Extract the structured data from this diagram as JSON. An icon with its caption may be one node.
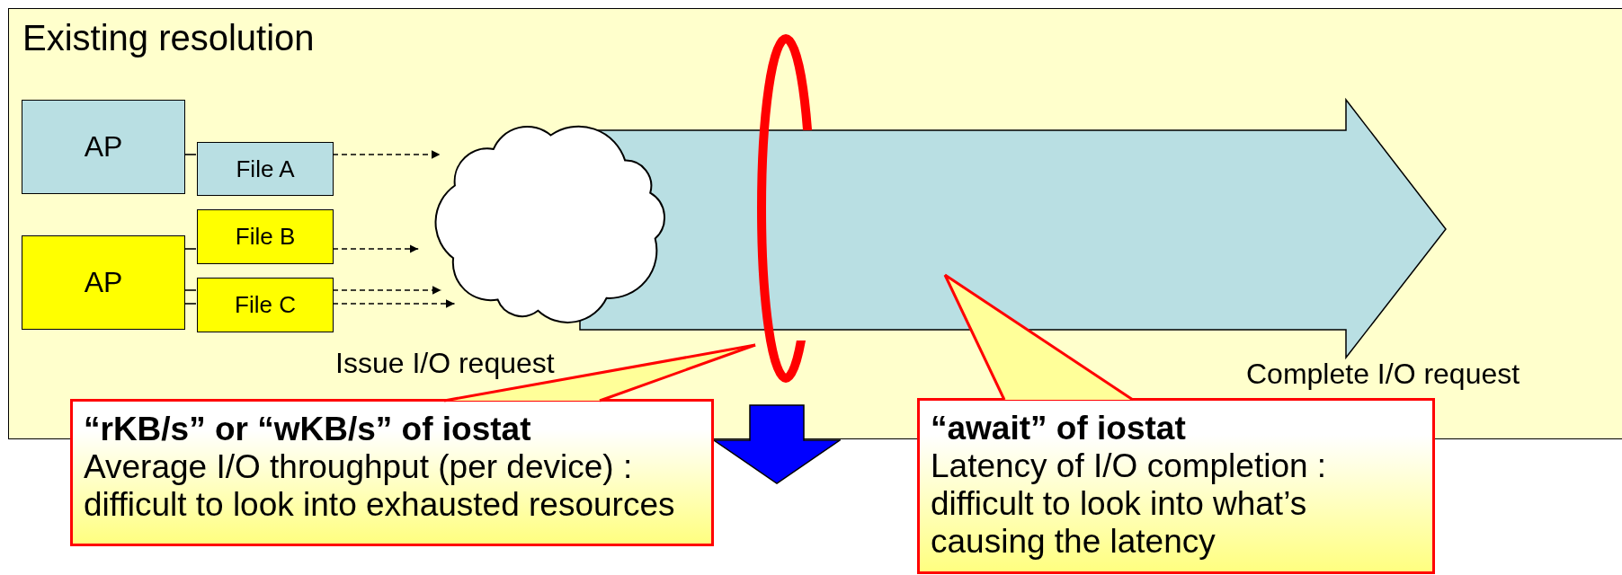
{
  "diagram": {
    "nodes": [
      {
        "text": [
          "Existing resolution"
        ]
      },
      {
        "text": [
          "AP"
        ],
        "in": 0
      },
      {
        "text": [
          "File A"
        ],
        "in": 0
      },
      {
        "text": [
          "AP"
        ],
        "in": 0
      },
      {
        "text": [
          "File B"
        ],
        "in": 0
      },
      {
        "text": [
          "File C"
        ],
        "in": 0
      },
      {
        "text": [],
        "shape": "cloud",
        "in": 0
      },
      {
        "text": [],
        "shape": "arrow",
        "in": 0
      },
      {
        "text": [],
        "shape": "ring",
        "in": 0
      },
      {
        "text": [
          "“rKB/s” or “wKB/s” of iostat",
          "Average I/O throughput (per device) : difficult to look into exhausted resources"
        ]
      },
      {
        "text": [
          "“await” of iostat",
          "Latency of I/O completion : difficult to look into what’s causing the latency"
        ]
      }
    ],
    "edges": [
      {
        "from": 1,
        "to": 2,
        "arrow": "none"
      },
      {
        "from": 3,
        "to": 4,
        "arrow": "none"
      },
      {
        "from": 3,
        "to": 5,
        "arrow": "none"
      },
      {
        "from": 3,
        "to": 5,
        "arrow": "none"
      },
      {
        "from": 2,
        "to": 6,
        "arrow": "to",
        "style": "dashed"
      },
      {
        "from": 4,
        "to": 6,
        "arrow": "to",
        "style": "dashed"
      },
      {
        "from": 5,
        "to": 6,
        "arrow": "to",
        "style": "dashed"
      },
      {
        "from": 5,
        "to": 6,
        "arrow": "to",
        "style": "dashed"
      },
      {
        "from": 9,
        "to": 8,
        "arrow": "none",
        "color": "#ff0000"
      },
      {
        "from": 10,
        "to": 7,
        "arrow": "none",
        "color": "#ff0000"
      }
    ],
    "labels": [
      "Issue I/O request",
      "Complete I/O request"
    ]
  }
}
